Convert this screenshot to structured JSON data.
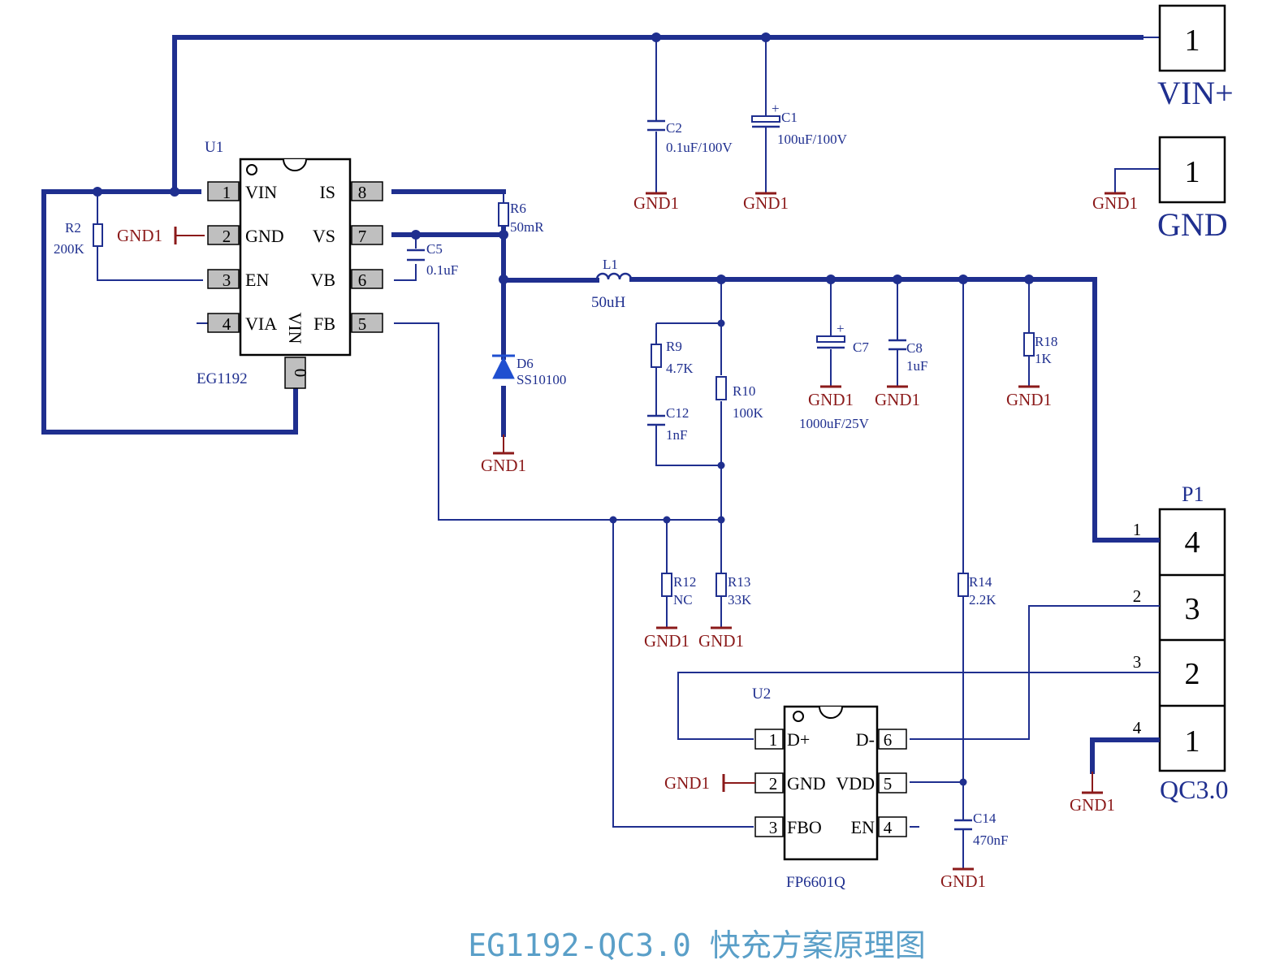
{
  "title": "EG1192-QC3.0 快充方案原理图",
  "gnd_label": "GND1",
  "u1": {
    "ref": "U1",
    "part": "EG1192",
    "pins_left": [
      {
        "num": "1",
        "name": "VIN"
      },
      {
        "num": "2",
        "name": "GND"
      },
      {
        "num": "3",
        "name": "EN"
      },
      {
        "num": "4",
        "name": "VIA"
      }
    ],
    "pins_right": [
      {
        "num": "8",
        "name": "IS"
      },
      {
        "num": "7",
        "name": "VS"
      },
      {
        "num": "6",
        "name": "VB"
      },
      {
        "num": "5",
        "name": "FB"
      }
    ],
    "pin_bottom": {
      "num": "0",
      "name": "VIN"
    }
  },
  "u2": {
    "ref": "U2",
    "part": "FP6601Q",
    "pins_left": [
      {
        "num": "1",
        "name": "D+"
      },
      {
        "num": "2",
        "name": "GND"
      },
      {
        "num": "3",
        "name": "FBO"
      }
    ],
    "pins_right": [
      {
        "num": "6",
        "name": "D-"
      },
      {
        "num": "5",
        "name": "VDD"
      },
      {
        "num": "4",
        "name": "EN"
      }
    ]
  },
  "components": {
    "c1": {
      "ref": "C1",
      "value": "100uF/100V"
    },
    "c2": {
      "ref": "C2",
      "value": "0.1uF/100V"
    },
    "c5": {
      "ref": "C5",
      "value": "0.1uF"
    },
    "c7": {
      "ref": "C7",
      "value": "1000uF/25V"
    },
    "c8": {
      "ref": "C8",
      "value": "1uF"
    },
    "c12": {
      "ref": "C12",
      "value": "1nF"
    },
    "c14": {
      "ref": "C14",
      "value": "470nF"
    },
    "r2": {
      "ref": "R2",
      "value": "200K"
    },
    "r6": {
      "ref": "R6",
      "value": "50mR"
    },
    "r9": {
      "ref": "R9",
      "value": "4.7K"
    },
    "r10": {
      "ref": "R10",
      "value": "100K"
    },
    "r12": {
      "ref": "R12",
      "value": "NC"
    },
    "r13": {
      "ref": "R13",
      "value": "33K"
    },
    "r14": {
      "ref": "R14",
      "value": "2.2K"
    },
    "r18": {
      "ref": "R18",
      "value": "1K"
    },
    "l1": {
      "ref": "L1",
      "value": "50uH"
    },
    "d6": {
      "ref": "D6",
      "value": "SS10100"
    }
  },
  "connectors": {
    "vin": {
      "pin": "1",
      "label": "VIN+"
    },
    "gnd": {
      "pin": "1",
      "label": "GND"
    },
    "p1": {
      "ref": "P1",
      "label": "QC3.0",
      "pins": [
        "4",
        "3",
        "2",
        "1"
      ],
      "wire_nums": [
        "1",
        "2",
        "3",
        "4"
      ]
    }
  },
  "colors": {
    "wire": "#1f2f8f",
    "ground": "#8b1a1a",
    "title": "#5a9fc8",
    "pin_fill": "#bfbfbf"
  }
}
